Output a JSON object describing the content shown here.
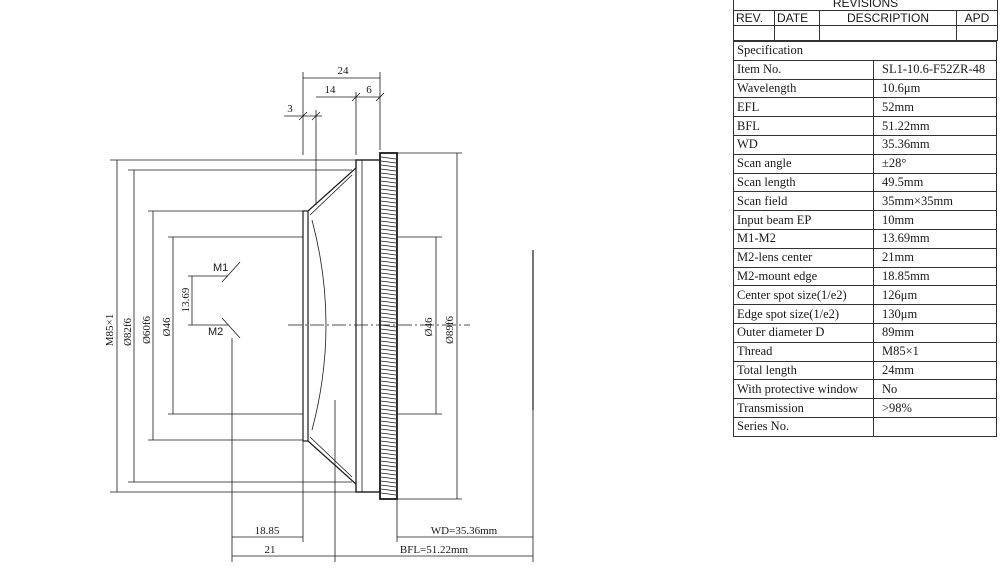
{
  "revisions": {
    "title": "REVISIONS",
    "columns": [
      "REV.",
      "DATE",
      "DESCRIPTION",
      "APD"
    ]
  },
  "spec": {
    "header": "Specification",
    "rows": [
      {
        "label": "Item No.",
        "value": "SL1-10.6-F52ZR-48"
      },
      {
        "label": "Wavelength",
        "value": "10.6μm"
      },
      {
        "label": "EFL",
        "value": "52mm"
      },
      {
        "label": "BFL",
        "value": "51.22mm"
      },
      {
        "label": "WD",
        "value": "35.36mm"
      },
      {
        "label": "Scan angle",
        "value": "±28°"
      },
      {
        "label": "Scan length",
        "value": "49.5mm"
      },
      {
        "label": "Scan field",
        "value": "35mm×35mm"
      },
      {
        "label": "Input beam EP",
        "value": "10mm"
      },
      {
        "label": "M1-M2",
        "value": "13.69mm"
      },
      {
        "label": "M2-lens center",
        "value": "21mm"
      },
      {
        "label": "M2-mount edge",
        "value": "18.85mm"
      },
      {
        "label": "Center spot size(1/e2)",
        "value": "126μm"
      },
      {
        "label": "Edge spot size(1/e2)",
        "value": "130μm"
      },
      {
        "label": "Outer diameter D",
        "value": "89mm"
      },
      {
        "label": "Thread",
        "value": "M85×1"
      },
      {
        "label": "Total length",
        "value": "24mm"
      },
      {
        "label": "With protective window",
        "value": "No"
      },
      {
        "label": "Transmission",
        "value": ">98%"
      },
      {
        "label": "Series No.",
        "value": ""
      }
    ]
  },
  "drawing": {
    "dim_24": "24",
    "dim_14": "14",
    "dim_6": "6",
    "dim_3": "3",
    "dim_m85": "M85×1",
    "dim_d82": "Ø82f6",
    "dim_d60": "Ø60f6",
    "dim_d46_left": "Ø46",
    "dim_13_69": "13.69",
    "label_m1": "M1",
    "label_m2": "M2",
    "dim_d46_right": "Ø46",
    "dim_d89": "Ø89f6",
    "dim_18_85": "18.85",
    "dim_21": "21",
    "dim_wd": "WD=35.36mm",
    "dim_bfl": "BFL=51.22mm"
  }
}
